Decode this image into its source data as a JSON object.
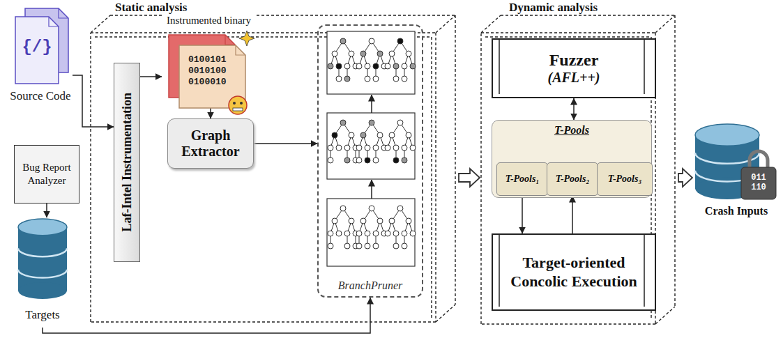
{
  "diagram": {
    "nodes": [
      {
        "text": [
          "{/}",
          "Source Code"
        ]
      },
      {
        "text": [
          "Bug Report Analyzer"
        ]
      },
      {
        "text": [
          "Targets"
        ]
      },
      {
        "text": [
          "Static analysis"
        ]
      },
      {
        "text": [
          "Laf-Intel Instrumentation"
        ],
        "in": 3
      },
      {
        "text": [
          "Instrumented binary",
          "0100101 0010100 0100010"
        ],
        "in": 3
      },
      {
        "text": [
          "Graph Extractor"
        ],
        "in": 3
      },
      {
        "text": [
          "BranchPruner"
        ],
        "in": 3
      },
      {
        "text": [
          "Dynamic analysis"
        ]
      },
      {
        "text": [
          "Fuzzer",
          "(AFL++)"
        ],
        "in": 8
      },
      {
        "text": [
          "T-Pools"
        ],
        "in": 8
      },
      {
        "text": [
          "T-Pools₁"
        ],
        "in": 10
      },
      {
        "text": [
          "T-Pools₂"
        ],
        "in": 10
      },
      {
        "text": [
          "T-Pools₃"
        ],
        "in": 10
      },
      {
        "text": [
          "Target-oriented Concolic Execution"
        ],
        "in": 8
      },
      {
        "text": [
          "Crash Inputs",
          "011 110"
        ]
      }
    ],
    "edges": [
      {
        "from": 0,
        "to": 4,
        "arrow": "to"
      },
      {
        "from": 1,
        "to": 2,
        "arrow": "to"
      },
      {
        "from": 2,
        "to": 7,
        "arrow": "to"
      },
      {
        "from": 4,
        "to": 5,
        "arrow": "to"
      },
      {
        "from": 5,
        "to": 6,
        "arrow": "to"
      },
      {
        "from": 6,
        "to": 7,
        "arrow": "to"
      },
      {
        "from": 3,
        "to": 8,
        "arrow": "to"
      },
      {
        "from": 9,
        "to": 10,
        "arrow": "both"
      },
      {
        "from": 11,
        "to": 14,
        "arrow": "to"
      },
      {
        "from": 14,
        "to": 12,
        "arrow": "to"
      },
      {
        "from": 8,
        "to": 15,
        "arrow": "to"
      }
    ]
  }
}
